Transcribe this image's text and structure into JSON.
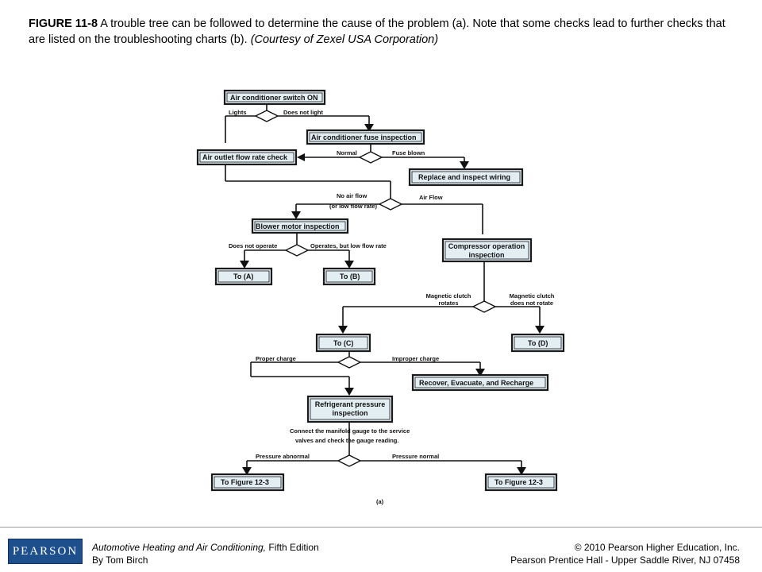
{
  "caption": {
    "figure_label": "FIGURE 11-8",
    "text": " A trouble tree can be followed to determine the cause of the problem (a).  Note that some checks lead to further checks that are listed on the troubleshooting charts (b). ",
    "credit": "(Courtesy of Zexel USA Corporation)"
  },
  "flowchart": {
    "nodes": {
      "ac_switch": "Air conditioner switch ON",
      "fuse": "Air conditioner fuse inspection",
      "airflow": "Air outlet flow rate check",
      "wiring": "Replace and inspect wiring",
      "blower": "Blower motor inspection",
      "compressor_1": "Compressor operation",
      "compressor_2": "inspection",
      "to_a": "To (A)",
      "to_b": "To (B)",
      "to_c": "To (C)",
      "to_d": "To (D)",
      "recover": "Recover, Evacuate, and Recharge",
      "refrigerant_1": "Refrigerant pressure",
      "refrigerant_2": "inspection",
      "fig_left": "To Figure 12-3",
      "fig_right": "To Figure 12-3"
    },
    "labels": {
      "lights": "Lights",
      "does_not_light": "Does not light",
      "normal": "Normal",
      "fuse_blown": "Fuse blown",
      "no_air_flow": "No air flow",
      "low_flow_rate": "(or low flow rate)",
      "air_flow": "Air Flow",
      "does_not_operate": "Does not operate",
      "operates_low": "Operates, but low flow rate",
      "clutch_rotates_1": "Magnetic clutch",
      "clutch_rotates_2": "rotates",
      "clutch_not_rotate_1": "Magnetic clutch",
      "clutch_not_rotate_2": "does not rotate",
      "proper_charge": "Proper charge",
      "improper_charge": "Improper charge",
      "manifold_1": "Connect the manifold gauge to the service",
      "manifold_2": "valves and check the gauge reading.",
      "pressure_abnormal": "Pressure abnormal",
      "pressure_normal": "Pressure normal",
      "panel_tag": "(a)"
    }
  },
  "footer": {
    "logo": "PEARSON",
    "book_title": "Automotive Heating and Air Conditioning,",
    "edition": " Fifth Edition",
    "author": "By Tom Birch",
    "copyright": "© 2010 Pearson Higher Education, Inc.",
    "publisher": "Pearson Prentice Hall - Upper Saddle River, NJ 07458"
  }
}
